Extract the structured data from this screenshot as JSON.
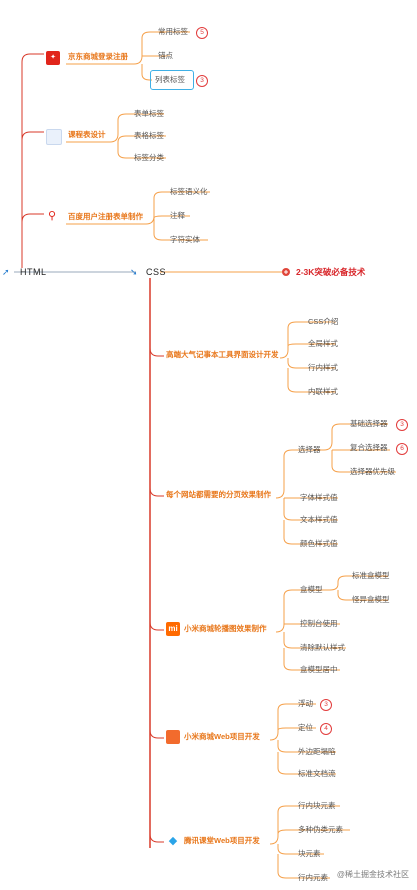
{
  "root": {
    "label": "HTML"
  },
  "html_branches": [
    {
      "title": "京东商城登录注册",
      "icon": "jd-logo-icon",
      "items": [
        "常用标签",
        "锚点",
        "列表标签"
      ],
      "badges": {
        "0": "5",
        "2": "3"
      }
    },
    {
      "title": "课程表设计",
      "icon": "course-app-icon",
      "items": [
        "表单标签",
        "表格标签",
        "标签分类"
      ]
    },
    {
      "title": "百度用户注册表单制作",
      "icon": "map-pin-icon",
      "items": [
        "标签语义化",
        "注释",
        "字符实体"
      ]
    }
  ],
  "css": {
    "label": "CSS",
    "extra_label": "2-3K突破必备技术"
  },
  "css_branches": [
    {
      "title": "高端大气记事本工具界面设计开发",
      "items": [
        "CSS介绍",
        "全局样式",
        "行内样式",
        "内联样式"
      ]
    },
    {
      "title": "每个网站都需要的分页效果制作",
      "items": [
        "选择器",
        "字体样式值",
        "文本样式值",
        "颜色样式值"
      ],
      "sub": {
        "parent": "选择器",
        "items": [
          "基础选择器",
          "复合选择器",
          "选择器优先级"
        ],
        "badges": {
          "0": "3",
          "1": "6"
        }
      }
    },
    {
      "title": "小米商城轮播图效果制作",
      "icon": "mi-logo-icon",
      "items": [
        "盒模型",
        "控制台使用",
        "清除默认样式",
        "盒模型居中"
      ],
      "sub": {
        "parent": "盒模型",
        "items": [
          "标准盒模型",
          "怪异盒模型"
        ]
      }
    },
    {
      "title": "小米商城Web项目开发",
      "icon": "project-icon",
      "items": [
        "浮动",
        "定位",
        "外边距塌陷",
        "标准文档流"
      ],
      "badges": {
        "0": "3",
        "1": "4"
      }
    },
    {
      "title": "腾讯课堂Web项目开发",
      "icon": "tencent-class-icon",
      "items": [
        "行内块元素",
        "多种伪类元素",
        "块元素",
        "行内元素"
      ]
    }
  ],
  "watermark": "@稀土掘金技术社区",
  "colors": {
    "branch": "#e8771b",
    "line_red": "#d83a2a",
    "line_orange": "#f5a04a",
    "highlight": "#d8262a",
    "box": "#3fb0e6"
  }
}
